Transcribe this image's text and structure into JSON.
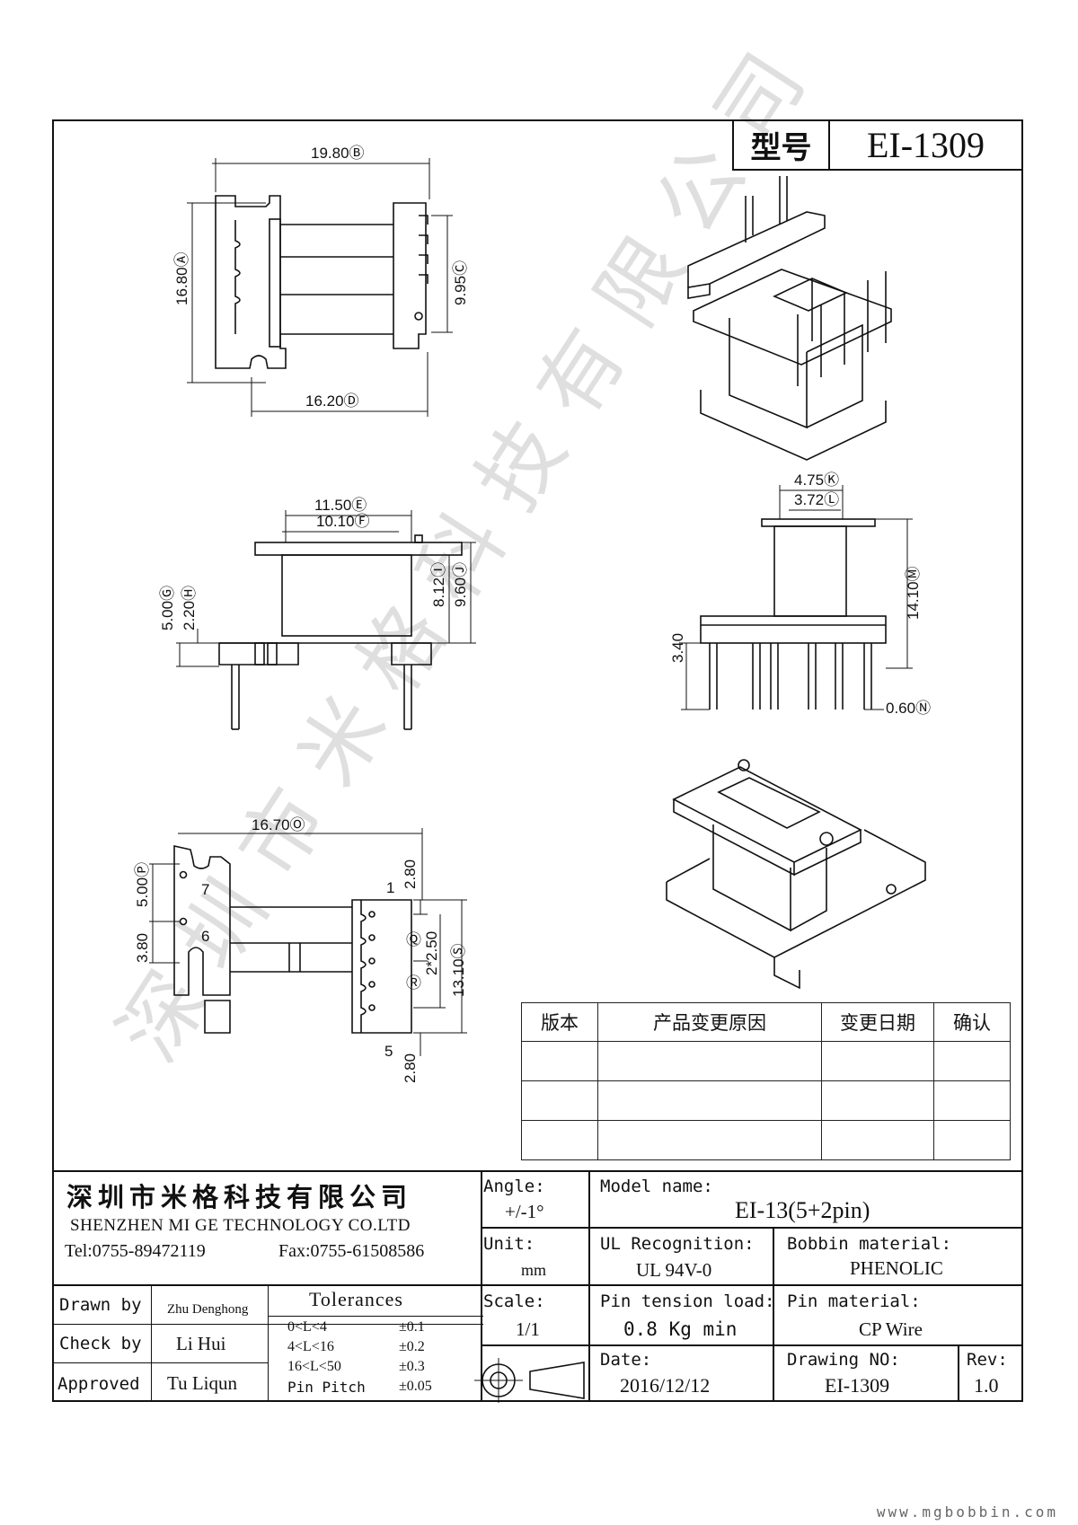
{
  "header": {
    "model_label": "型号",
    "model_value": "EI-1309"
  },
  "watermark": "深圳市米格科技有限公司",
  "dimensions": {
    "top_view": {
      "A": "16.80Ⓐ",
      "B": "19.80Ⓑ",
      "C": "9.95Ⓒ",
      "D": "16.20Ⓓ"
    },
    "side_view": {
      "E": "11.50Ⓔ",
      "F": "10.10Ⓕ",
      "G": "5.00Ⓖ",
      "H": "2.20Ⓗ",
      "I": "8.12Ⓘ",
      "J": "9.60Ⓙ"
    },
    "end_view": {
      "K": "4.75Ⓚ",
      "L": "3.72Ⓛ",
      "M": "14.10Ⓜ",
      "h": "3.40",
      "N": "0.60Ⓝ"
    },
    "bottom_view": {
      "O": "16.70Ⓞ",
      "P": "5.00Ⓟ",
      "p2": "3.80",
      "q_top": "2.80",
      "Q": "Ⓠ",
      "pitch": "2*2.50",
      "S": "13.10Ⓢ",
      "R": "Ⓡ",
      "q_bot": "2.80",
      "pin7": "7",
      "pin6": "6",
      "pin1": "1",
      "pin5": "5"
    }
  },
  "revision_table": {
    "headers": [
      "版本",
      "产品变更原因",
      "变更日期",
      "确认"
    ],
    "rows": 3
  },
  "title_block": {
    "company_cn": "深圳市米格科技有限公司",
    "company_en": "SHENZHEN  MI GE TECHNOLOGY  CO.LTD",
    "tel": "Tel:0755-89472119",
    "fax": "Fax:0755-61508586",
    "angle_label": "Angle:",
    "angle_value": "+/-1°",
    "model_name_label": "Model name:",
    "model_name_value": "EI-13(5+2pin)",
    "unit_label": "Unit:",
    "unit_value": "mm",
    "ul_label": "UL Recognition:",
    "ul_value": "UL 94V-0",
    "bobbin_label": "Bobbin material:",
    "bobbin_value": "PHENOLIC",
    "scale_label": "Scale:",
    "scale_value": "1/1",
    "pin_tension_label": "Pin tension load:",
    "pin_tension_value": "0.8 Kg min",
    "pin_material_label": "Pin material:",
    "pin_material_value": "CP Wire",
    "date_label": "Date:",
    "date_value": "2016/12/12",
    "drawing_no_label": "Drawing NO:",
    "drawing_no_value": "EI-1309",
    "rev_label": "Rev:",
    "rev_value": "1.0",
    "drawn_by_label": "Drawn by",
    "drawn_by_value": "Zhu Denghong",
    "check_by_label": "Check by",
    "check_by_value": "Li Hui",
    "approved_label": "Approved",
    "approved_value": "Tu Liqun",
    "tolerances_label": "Tolerances",
    "tolerances": [
      {
        "range": "0<L<4",
        "value": "±0.1"
      },
      {
        "range": "4<L<16",
        "value": "±0.2"
      },
      {
        "range": "16<L<50",
        "value": "±0.3"
      },
      {
        "range": "Pin Pitch",
        "value": "±0.05"
      }
    ]
  },
  "footer": {
    "url": "www.mgbobbin.com"
  }
}
